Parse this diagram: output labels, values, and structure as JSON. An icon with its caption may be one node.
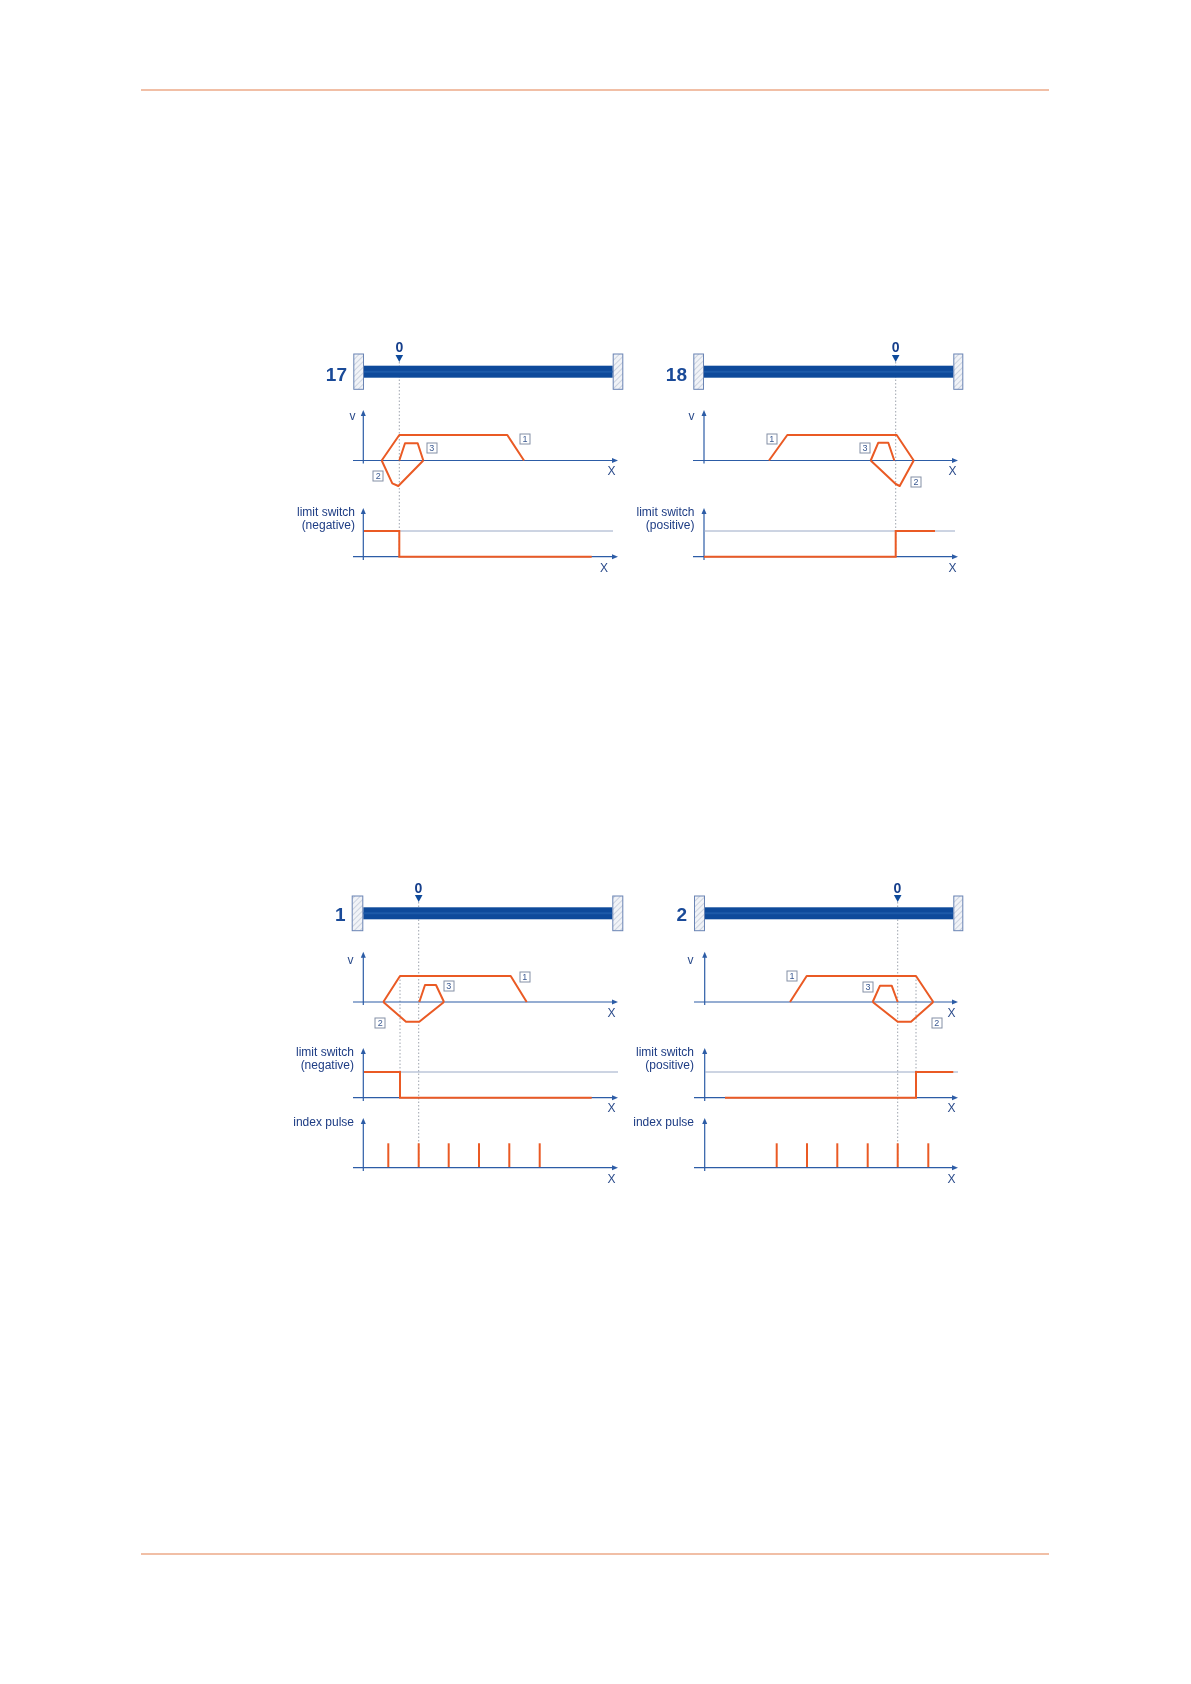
{
  "diagram": {
    "labels": [
      "0",
      "17",
      "v",
      "1",
      "3",
      "X",
      "2",
      "limit switch (negative)",
      "X",
      "0",
      "18",
      "v",
      "1",
      "3",
      "X",
      "2",
      "limit switch (positive)",
      "X",
      "0",
      "1",
      "v",
      "1",
      "3",
      "X",
      "2",
      "limit switch (negative)",
      "X",
      "index pulse",
      "X",
      "0",
      "2",
      "v",
      "1",
      "3",
      "X",
      "2",
      "limit switch (positive)",
      "X",
      "index pulse",
      "X"
    ]
  }
}
